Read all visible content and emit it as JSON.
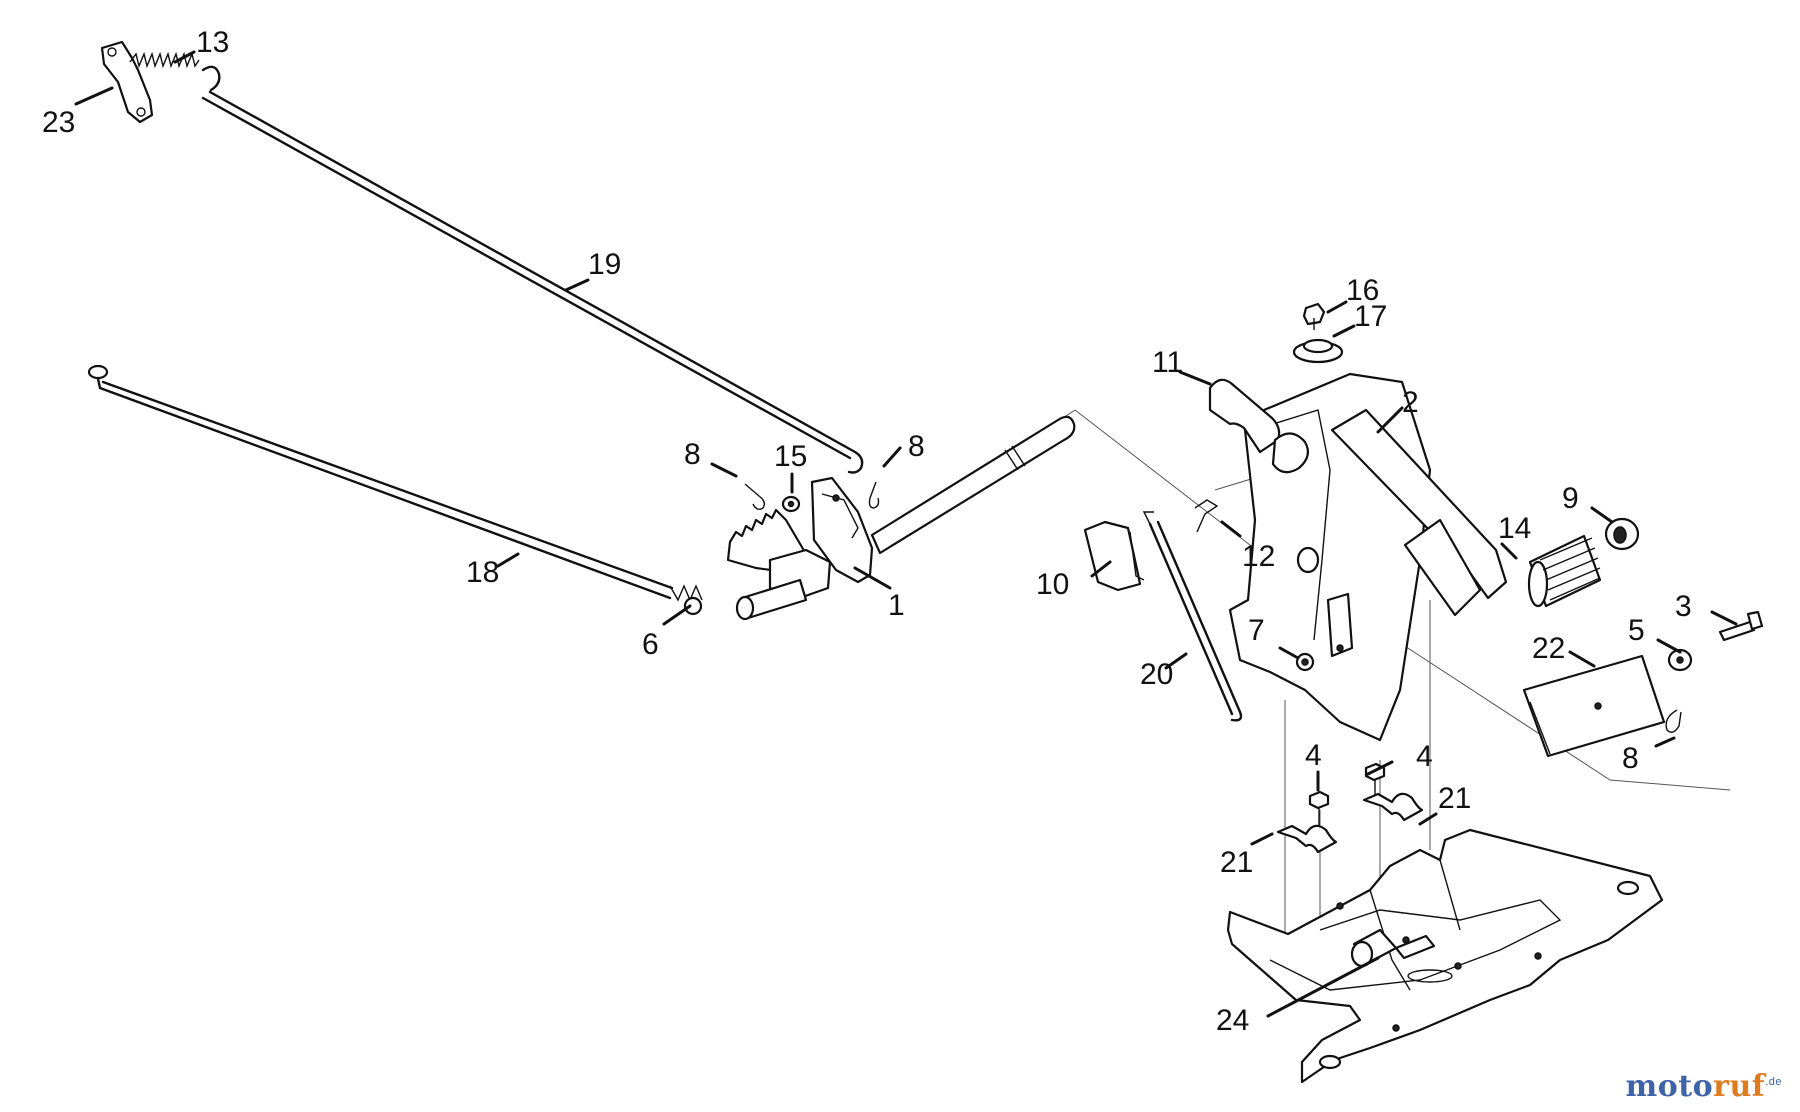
{
  "callouts": {
    "c1": "1",
    "c2": "2",
    "c3": "3",
    "c4a": "4",
    "c4b": "4",
    "c5": "5",
    "c6": "6",
    "c7": "7",
    "c8a": "8",
    "c8b": "8",
    "c8c": "8",
    "c9": "9",
    "c10": "10",
    "c11": "11",
    "c12": "12",
    "c13": "13",
    "c14": "14",
    "c15": "15",
    "c16": "16",
    "c17": "17",
    "c18": "18",
    "c19": "19",
    "c20": "20",
    "c21a": "21",
    "c21b": "21",
    "c22": "22",
    "c23": "23",
    "c24": "24"
  },
  "watermark": {
    "part1": "moto",
    "part2": "ruf",
    "suffix": ".de"
  }
}
